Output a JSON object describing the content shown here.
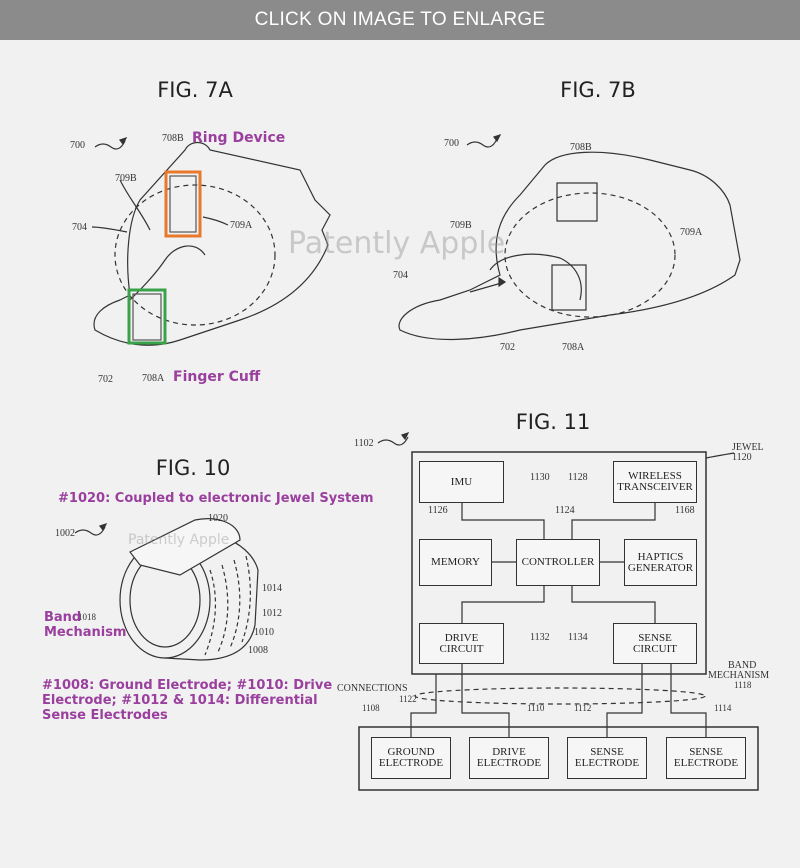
{
  "banner": "CLICK ON IMAGE TO ENLARGE",
  "watermark": "Patently Apple",
  "colors": {
    "annotation": "#9a3f9e",
    "ring_highlight": "#e8782a",
    "cuff_highlight": "#3aa34a"
  },
  "fig7a": {
    "title": "FIG. 7A",
    "refs": {
      "r700": "700",
      "r708b": "708B",
      "r709b": "709B",
      "r704": "704",
      "r709a": "709A",
      "r702": "702",
      "r708a": "708A"
    },
    "ring_label": "Ring Device",
    "cuff_label": "Finger Cuff"
  },
  "fig7b": {
    "title": "FIG. 7B",
    "refs": {
      "r700": "700",
      "r708b": "708B",
      "r709b": "709B",
      "r709a": "709A",
      "r704": "704",
      "r702": "702",
      "r708a": "708A"
    }
  },
  "fig10": {
    "title": "FIG. 10",
    "caption_top": "#1020: Coupled to electronic Jewel System",
    "refs": {
      "r1002": "1002",
      "r1020": "1020",
      "r1014": "1014",
      "r1012": "1012",
      "r1010": "1010",
      "r1008": "1008",
      "r1018": "1018"
    },
    "band_label_1": "Band",
    "band_label_2": "Mechanism",
    "caption_bottom": [
      "#1008: Ground Electrode; #1010: Drive",
      "Electrode; #1012 & 1014: Differential",
      "Sense Electrodes"
    ]
  },
  "fig11": {
    "title": "FIG. 11",
    "refs": {
      "r1102": "1102",
      "r1120": "1120",
      "r1130": "1130",
      "r1128": "1128",
      "r1126": "1126",
      "r1124": "1124",
      "r1168": "1168",
      "r1132": "1132",
      "r1134": "1134",
      "r1118": "1118",
      "r1122": "1122",
      "r1108": "1108",
      "r1110": "1110",
      "r1112": "1112",
      "r1114": "1114"
    },
    "jewel_label": "JEWEL",
    "band_label_1": "BAND",
    "band_label_2": "MECHANISM",
    "connections_label": "CONNECTIONS",
    "blocks": {
      "imu": "IMU",
      "wireless_1": "WIRELESS",
      "wireless_2": "TRANSCEIVER",
      "memory": "MEMORY",
      "controller": "CONTROLLER",
      "haptics_1": "HAPTICS",
      "haptics_2": "GENERATOR",
      "drive_1": "DRIVE",
      "drive_2": "CIRCUIT",
      "sense_1": "SENSE",
      "sense_2": "CIRCUIT"
    },
    "electrodes": [
      {
        "l1": "GROUND",
        "l2": "ELECTRODE"
      },
      {
        "l1": "DRIVE",
        "l2": "ELECTRODE"
      },
      {
        "l1": "SENSE",
        "l2": "ELECTRODE"
      },
      {
        "l1": "SENSE",
        "l2": "ELECTRODE"
      }
    ]
  }
}
